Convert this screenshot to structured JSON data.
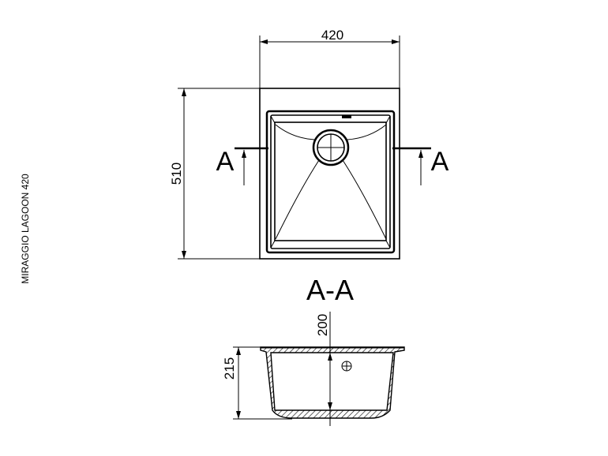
{
  "title": "MIRAGGIO LAGOON 420",
  "plan_view": {
    "width_dimension": "420",
    "depth_dimension": "510",
    "section_marker_left": "A",
    "section_marker_right": "A"
  },
  "section_view": {
    "label": "A-A",
    "bowl_depth_dimension": "200",
    "total_height_dimension": "215"
  },
  "colors": {
    "line": "#000000",
    "background": "#ffffff"
  }
}
